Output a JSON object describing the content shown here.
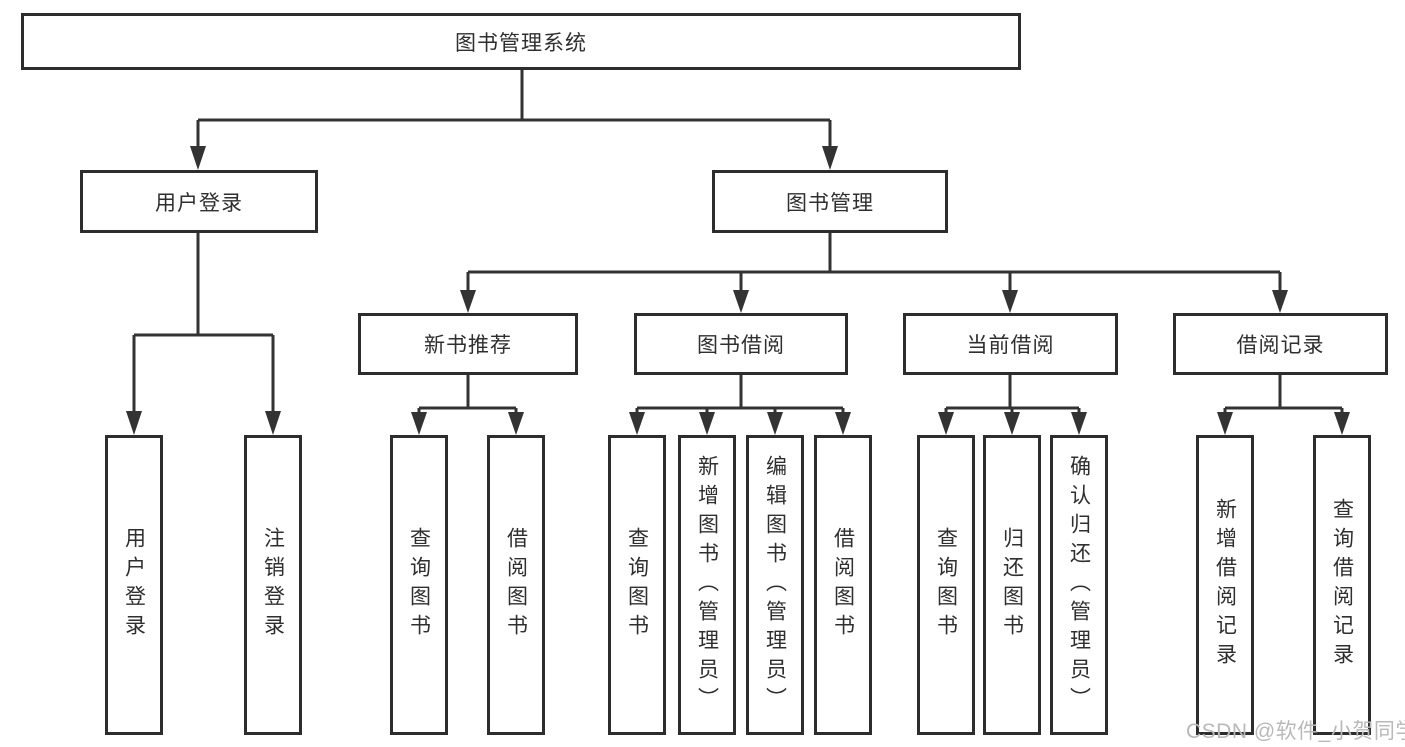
{
  "diagram_title": "图书管理系统",
  "tree": {
    "root": {
      "label": "图书管理系统",
      "children": [
        {
          "label": "用户登录",
          "children": [
            {
              "label": "用户登录"
            },
            {
              "label": "注销登录"
            }
          ]
        },
        {
          "label": "图书管理",
          "children": [
            {
              "label": "新书推荐",
              "children": [
                {
                  "label": "查询图书"
                },
                {
                  "label": "借阅图书"
                }
              ]
            },
            {
              "label": "图书借阅",
              "children": [
                {
                  "label": "查询图书"
                },
                {
                  "label": "新增图书（管理员）"
                },
                {
                  "label": "编辑图书（管理员）"
                },
                {
                  "label": "借阅图书"
                }
              ]
            },
            {
              "label": "当前借阅",
              "children": [
                {
                  "label": "查询图书"
                },
                {
                  "label": "归还图书"
                },
                {
                  "label": "确认归还（管理员）"
                }
              ]
            },
            {
              "label": "借阅记录",
              "children": [
                {
                  "label": "新增借阅记录"
                },
                {
                  "label": "查询借阅记录"
                }
              ]
            }
          ]
        }
      ]
    }
  },
  "watermark": {
    "text": "CSDN @软件_小贺同学"
  },
  "colors": {
    "line": "#333333",
    "box_border": "#2d2d2d",
    "text": "#2f2f2f",
    "watermark": "#b9b9b9",
    "background": "#ffffff"
  }
}
